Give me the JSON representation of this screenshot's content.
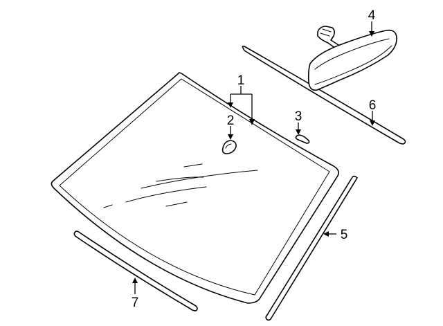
{
  "diagram": {
    "parts": [
      {
        "id": "windshield",
        "callout": "1"
      },
      {
        "id": "rain-sensor",
        "callout": "2"
      },
      {
        "id": "sensor-pad",
        "callout": "3"
      },
      {
        "id": "rearview-mirror",
        "callout": "4"
      },
      {
        "id": "side-molding",
        "callout": "5"
      },
      {
        "id": "upper-molding",
        "callout": "6"
      },
      {
        "id": "lower-molding",
        "callout": "7"
      }
    ]
  }
}
